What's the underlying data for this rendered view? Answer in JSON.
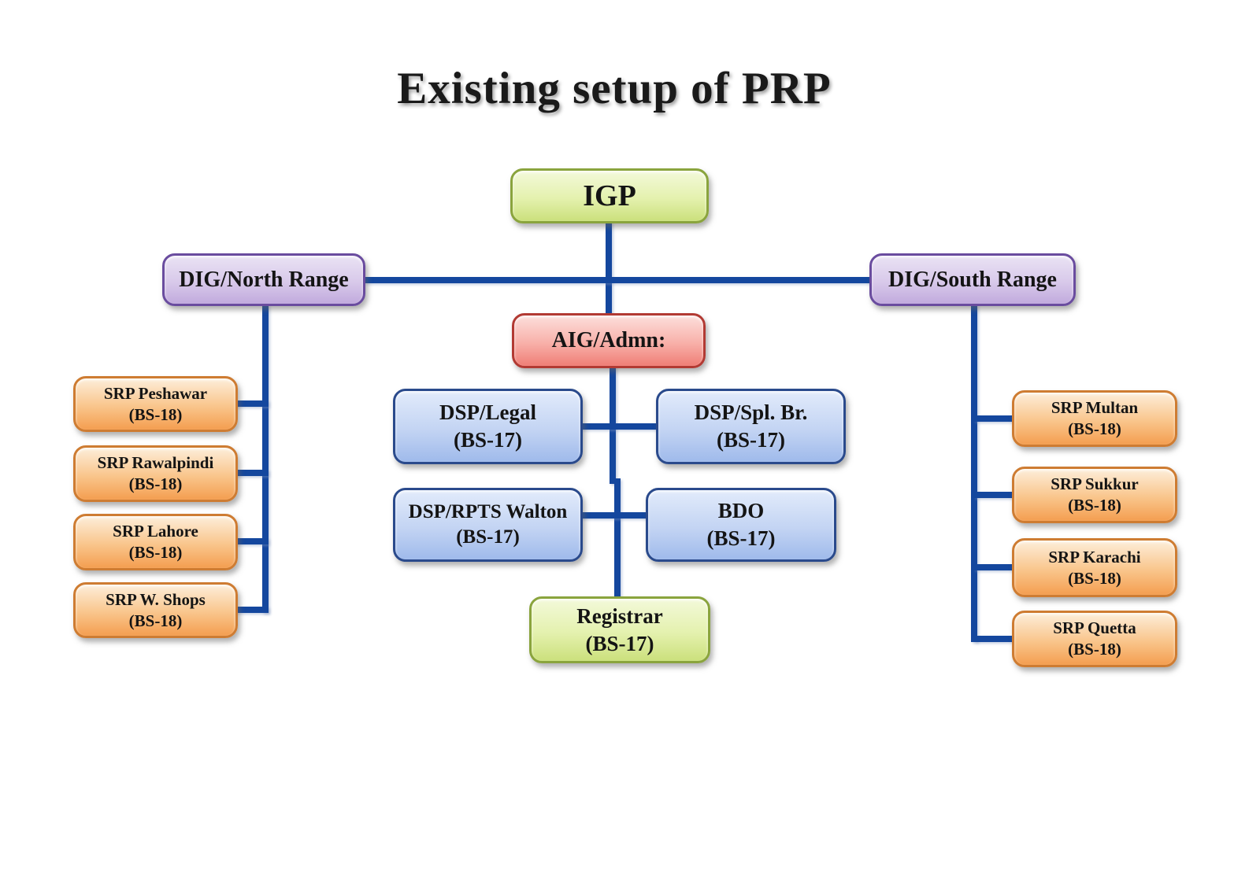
{
  "title": "Existing setup of PRP",
  "palette": {
    "connector": "#14479e",
    "text": "#141414",
    "title": "#1a1a1a",
    "green_top": "#f3f9da",
    "green_mid": "#e4f1ae",
    "green_bottom": "#cbe07c",
    "green_border": "#8aa43d",
    "purple_top": "#eae3f4",
    "purple_mid": "#d8c9ea",
    "purple_bottom": "#c1aadd",
    "purple_border": "#6a4c9f",
    "red_top": "#fcdfdc",
    "red_mid": "#f8b0a9",
    "red_bottom": "#ef7e76",
    "red_border": "#b23a33",
    "blue_top": "#e2ebfb",
    "blue_mid": "#c3d4f3",
    "blue_bottom": "#9fbaeb",
    "blue_border": "#2a4a8c",
    "orange_top": "#fdeeda",
    "orange_mid": "#f9c58b",
    "orange_bottom": "#f49e50",
    "orange_border": "#ce7c32"
  },
  "org": {
    "root": {
      "label": "IGP"
    },
    "ranges": {
      "north": {
        "label": "DIG/North Range",
        "units": [
          {
            "name": "SRP Peshawar",
            "grade": "(BS-18)"
          },
          {
            "name": "SRP Rawalpindi",
            "grade": "(BS-18)"
          },
          {
            "name": "SRP Lahore",
            "grade": "(BS-18)"
          },
          {
            "name": "SRP W. Shops",
            "grade": "(BS-18)"
          }
        ]
      },
      "south": {
        "label": "DIG/South Range",
        "units": [
          {
            "name": "SRP Multan",
            "grade": "(BS-18)"
          },
          {
            "name": "SRP Sukkur",
            "grade": "(BS-18)"
          },
          {
            "name": "SRP Karachi",
            "grade": "(BS-18)"
          },
          {
            "name": "SRP Quetta",
            "grade": "(BS-18)"
          }
        ]
      }
    },
    "admin": {
      "label": "AIG/Admn:",
      "officers": [
        {
          "name": "DSP/Legal",
          "grade": "(BS-17)"
        },
        {
          "name": "DSP/Spl. Br.",
          "grade": "(BS-17)"
        },
        {
          "name": "DSP/RPTS Walton",
          "grade": "(BS-17)"
        },
        {
          "name": "BDO",
          "grade": "(BS-17)"
        }
      ],
      "registrar": {
        "name": "Registrar",
        "grade": "(BS-17)"
      }
    }
  }
}
